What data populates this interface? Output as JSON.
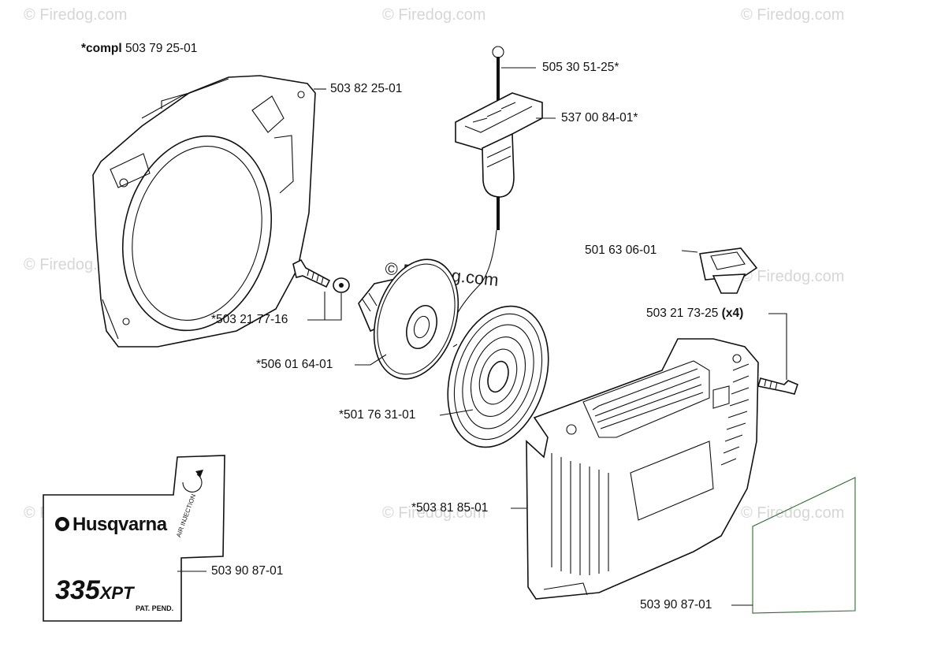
{
  "watermark": "© Firedog.com",
  "labels": {
    "compl_prefix": "*compl",
    "compl_number": "503 79 25-01",
    "housing": "503 82 25-01",
    "rope": "505 30 51-25*",
    "handle": "537 00 84-01*",
    "bolt_washer": "*503 21 77-16",
    "pulley": "*506 01 64-01",
    "spring": "*501 76 31-01",
    "bushing": "501 63 06-01",
    "screw_number": "503 21 73-25",
    "screw_qty": "(x4)",
    "cover": "*503 81 85-01",
    "decal_left": "503 90 87-01",
    "decal_right": "503 90 87-01"
  },
  "decal": {
    "brand": "Husqvarna",
    "model_number": "335",
    "model_suffix": "XPT",
    "pat_pend": "PAT. PEND.",
    "air_injection": "AIR INJECTION"
  }
}
